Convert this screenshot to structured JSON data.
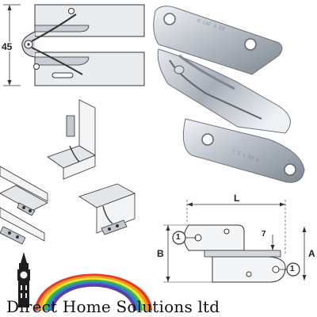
{
  "dimensions": {
    "height_label": "45",
    "length_label": "L",
    "offset_label": "7",
    "a_label": "A",
    "b_label": "B",
    "callout_1": "1",
    "callout_2": "1"
  },
  "stamps": {
    "top": "H CAF A EN",
    "bottom": "N AV 1 B 1"
  },
  "brand": {
    "name": "Direct Home Solutions ltd",
    "rainbow_colors": [
      "#e23b2e",
      "#f39a1b",
      "#f2e23a",
      "#37b44a",
      "#2f7fd0",
      "#5a3fa8"
    ]
  }
}
